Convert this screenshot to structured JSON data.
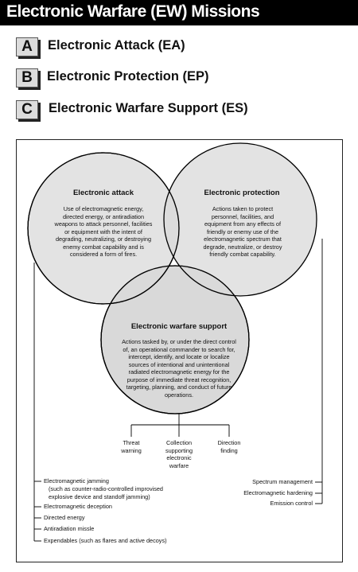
{
  "title": "Electronic Warfare (EW) Missions",
  "missions": [
    {
      "letter": "A",
      "label": "Electronic Attack (EA)"
    },
    {
      "letter": "B",
      "label": "Electronic Protection (EP)"
    },
    {
      "letter": "C",
      "label": "Electronic Warfare Support (ES)"
    }
  ],
  "diagram": {
    "attack": {
      "title": "Electronic attack",
      "text": "Use of electromagnetic energy, directed energy, or antiradiation weapons to attack personnel, facilities or equipment with the intent of degrading, neutralizing, or destroying enemy combat capability and is considered a form of fires."
    },
    "protection": {
      "title": "Electronic protection",
      "text": "Actions taken to protect personnel, facilities, and equipment from any effects of friendly or enemy use of the electromagnetic spectrum that degrade, neutralize, or destroy friendly combat capability."
    },
    "support": {
      "title": "Electronic warfare support",
      "text": "Actions tasked by, or under the direct control of, an operational commander to search for, intercept, identify, and locate or localize sources of intentional and unintentional radiated electromagnetic energy for the purpose of immediate threat recognition, targeting, planning, and conduct of future operations."
    },
    "support_items": [
      "Threat warning",
      "Collection supporting electronic warfare",
      "Direction finding"
    ],
    "attack_items": [
      "Electromagnetic jamming",
      "(such as counter-radio-controlled improvised",
      "explosive device and standoff jamming)",
      "Electromagnetic deception",
      "Directed energy",
      "Antiradiation missle",
      "Expendables (such as flares and active decoys)"
    ],
    "protection_items": [
      "Spectrum management",
      "Electromagnetic hardening",
      "Emission control"
    ]
  }
}
